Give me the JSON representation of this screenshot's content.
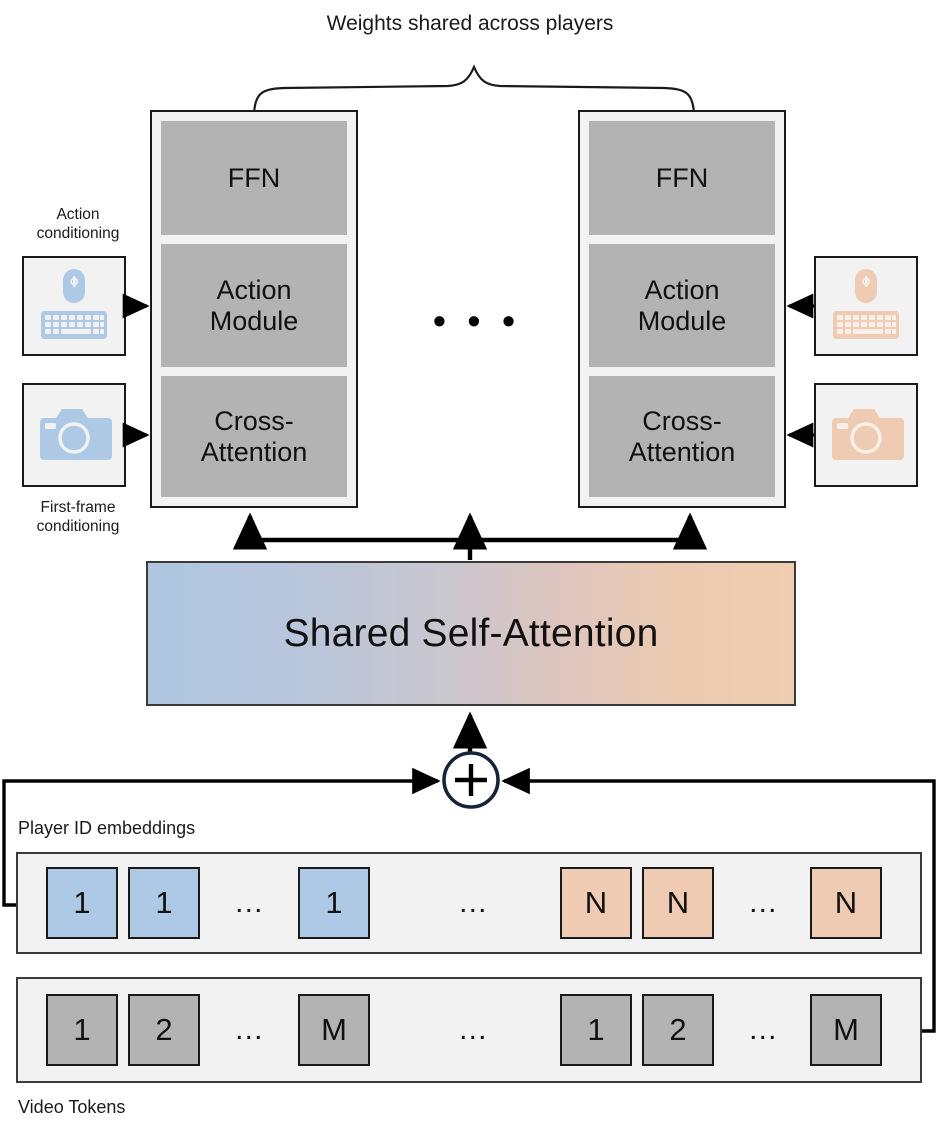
{
  "figure": {
    "title": "Weights shared across players",
    "brace": "curly-brace-spanning-towers",
    "inter_tower_ellipsis": "• • •"
  },
  "towers": [
    {
      "id": "player-1",
      "blocks": [
        {
          "name": "ffn",
          "label": "FFN"
        },
        {
          "name": "action-module",
          "label": "Action\nModule"
        },
        {
          "name": "cross-attention",
          "label": "Cross-\nAttention"
        }
      ]
    },
    {
      "id": "player-n",
      "blocks": [
        {
          "name": "ffn",
          "label": "FFN"
        },
        {
          "name": "action-module",
          "label": "Action\nModule"
        },
        {
          "name": "cross-attention",
          "label": "Cross-\nAttention"
        }
      ]
    }
  ],
  "conditioning": {
    "left": {
      "action_label": "Action\nconditioning",
      "first_frame_label": "First-frame\nconditioning",
      "action_icons": [
        "mouse-icon",
        "keyboard-icon"
      ],
      "first_frame_icon": "camera-icon",
      "color": "#aec9e6"
    },
    "right": {
      "action_icons": [
        "mouse-icon",
        "keyboard-icon"
      ],
      "first_frame_icon": "camera-icon",
      "color": "#eecbb2"
    }
  },
  "self_attention": {
    "label": "Shared Self-Attention",
    "gradient_from": "#aec6e0",
    "gradient_to": "#efcdb0"
  },
  "sum_node": {
    "symbol": "+",
    "stroke": "#16243a"
  },
  "player_id_row": {
    "label": "Player ID embeddings",
    "tokens": [
      {
        "text": "1",
        "kind": "blue"
      },
      {
        "text": "1",
        "kind": "blue"
      },
      {
        "text": "…",
        "kind": "dots"
      },
      {
        "text": "1",
        "kind": "blue"
      },
      {
        "text": "…",
        "kind": "dots"
      },
      {
        "text": "N",
        "kind": "orange"
      },
      {
        "text": "N",
        "kind": "orange"
      },
      {
        "text": "…",
        "kind": "dots"
      },
      {
        "text": "N",
        "kind": "orange"
      }
    ]
  },
  "video_token_row": {
    "label": "Video Tokens",
    "tokens": [
      {
        "text": "1",
        "kind": "gray"
      },
      {
        "text": "2",
        "kind": "gray"
      },
      {
        "text": "…",
        "kind": "dots"
      },
      {
        "text": "M",
        "kind": "gray"
      },
      {
        "text": "…",
        "kind": "dots"
      },
      {
        "text": "1",
        "kind": "gray"
      },
      {
        "text": "2",
        "kind": "gray"
      },
      {
        "text": "…",
        "kind": "dots"
      },
      {
        "text": "M",
        "kind": "gray"
      }
    ]
  }
}
